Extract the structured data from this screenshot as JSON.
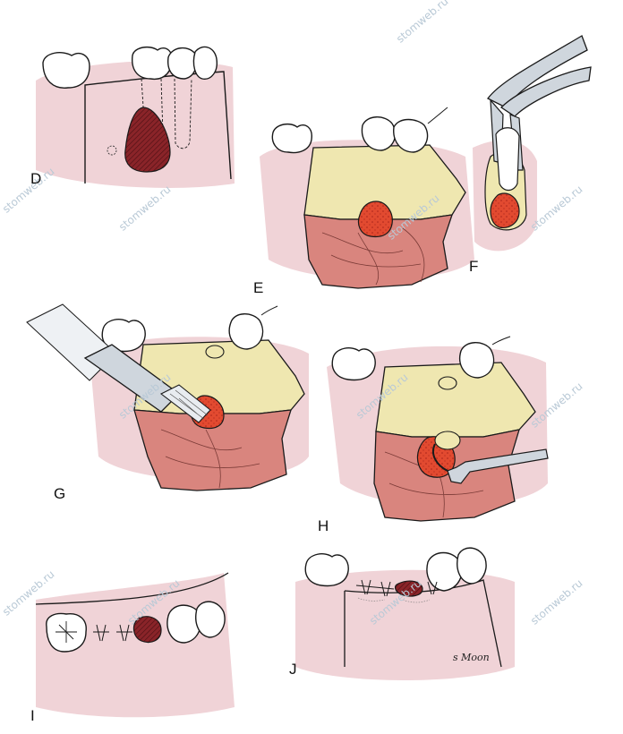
{
  "panels": {
    "D": "D",
    "E": "E",
    "F": "F",
    "G": "G",
    "H": "H",
    "I": "I",
    "J": "J"
  },
  "watermark": "stomweb.ru",
  "signature": "s Moon",
  "colors": {
    "gum_pink": "#f0d3d7",
    "flap_yellow": "#efe7b0",
    "flap_red": "#d9857e",
    "bone_red": "#e0452f",
    "dark_lesion": "#7a1e23",
    "instrument": "#cfd6dd",
    "outline": "#1a1a1a"
  }
}
